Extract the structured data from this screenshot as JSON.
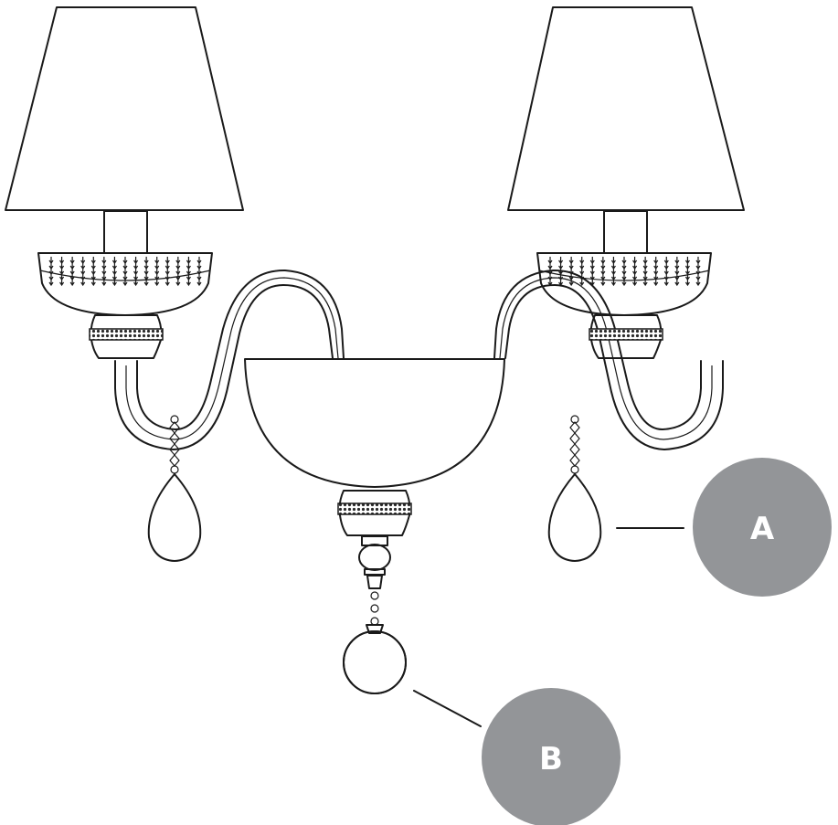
{
  "colors": {
    "line": "#1a1a1a",
    "callout_fill": "#939598",
    "callout_text": "#ffffff",
    "crystal_fill": "#8f8f92",
    "band_fill": "#3a3a3a",
    "background": "#ffffff"
  },
  "callouts": [
    {
      "id": "A",
      "label": "A"
    },
    {
      "id": "B",
      "label": "B"
    }
  ]
}
